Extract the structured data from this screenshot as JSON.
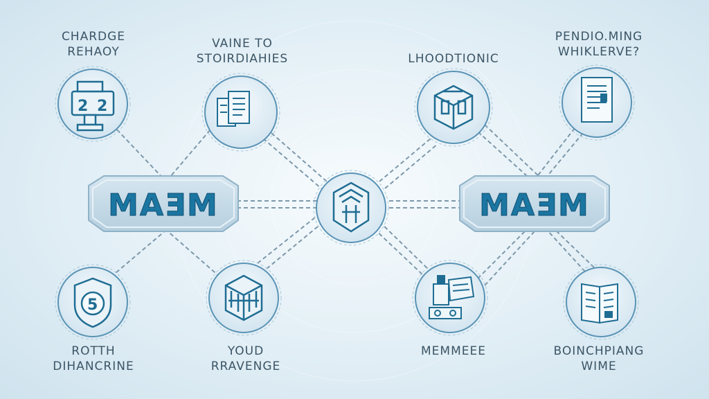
{
  "labels": {
    "top_left": "CHARDGE\nREHAOY",
    "top_center_left": "VAINE TO\nSTOIRDIAHIES",
    "top_center_right": "LHOODTIONIC",
    "top_right": "PENDIO.MING\nWHIKLERVE?",
    "bottom_left": "ROTTH\nDIHANCRINE",
    "bottom_center_left": "YOUD\nRRAVENGE",
    "bottom_center_right": "MEMMEEE",
    "bottom_right": "BOINCHPIANG\nWIME"
  },
  "hubs": {
    "left": "MAƎM",
    "right": "MAƎM"
  },
  "icons": {
    "top_left": "finance-machine-icon",
    "top_center_left": "documents-icon",
    "top_center_right": "blueprint-cube-icon",
    "top_right": "report-document-icon",
    "bottom_left": "shield-coin-icon",
    "bottom_center_left": "isometric-building-icon",
    "bottom_center_right": "machinery-icon",
    "bottom_right": "open-book-icon",
    "center": "core-structure-icon"
  },
  "colors": {
    "node_fill": "#dbeaf3",
    "node_border": "#5a93b5",
    "icon_stroke": "#1f6d93",
    "hub_fill": "#c4d9e7",
    "hub_text": "#1b76a1",
    "connector": "#7d98aa"
  }
}
